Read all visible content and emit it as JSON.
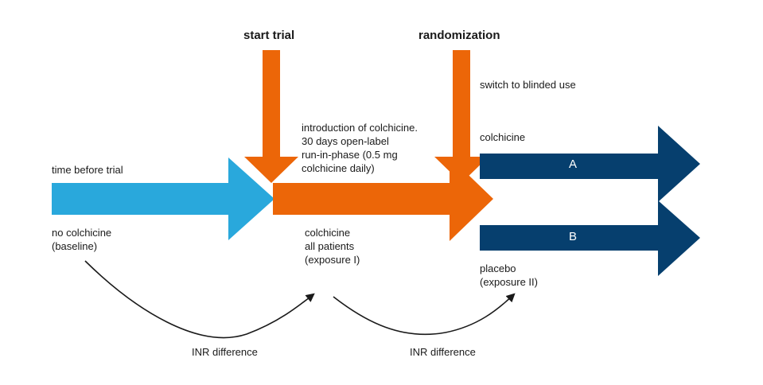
{
  "labels": {
    "start_trial": "start trial",
    "randomization": "randomization",
    "switch_blinded": "switch to blinded use",
    "introduction": "introduction of colchicine.\n30 days open-label\nrun-in-phase (0.5 mg\ncolchicine daily)",
    "colchicine_top": "colchicine",
    "time_before": "time before trial",
    "no_colchicine": "no colchicine\n(baseline)",
    "colchicine_all": "colchicine\nall patients\n(exposure I)",
    "placebo": "placebo\n(exposure II)",
    "arm_a": "A",
    "arm_b": "B",
    "inr_1": "INR difference",
    "inr_2": "INR difference"
  },
  "colors": {
    "baseline_blue": "#29a8dc",
    "orange": "#ec6608",
    "navy": "#063f6e",
    "curve": "#1a1a1a"
  }
}
